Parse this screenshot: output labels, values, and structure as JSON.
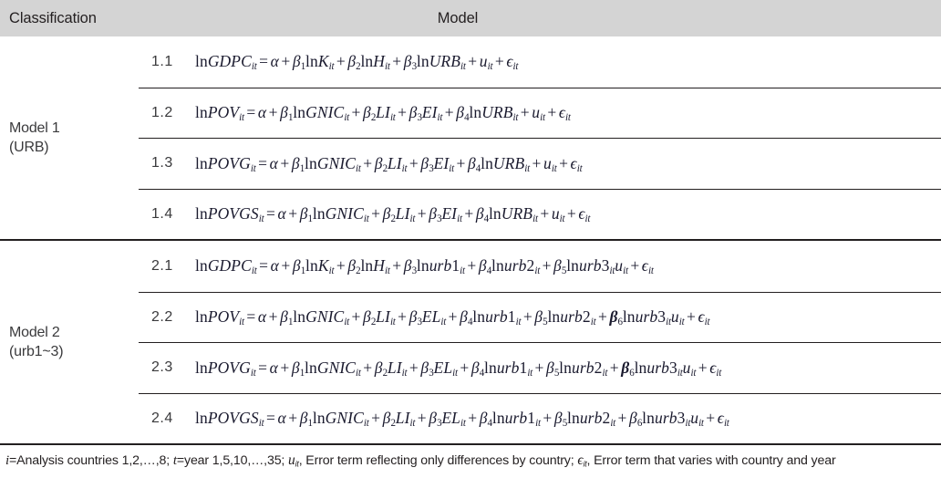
{
  "header": {
    "classification_label": "Classification",
    "model_label": "Model"
  },
  "sections": [
    {
      "label_line1": "Model 1",
      "label_line2": "(URB)",
      "rows": [
        {
          "number": "1.1",
          "equation_text": "lnGDPC_it = α + β1 lnK_it + β2 lnH_it + β3 lnURB_it + u_it + ϵ_it"
        },
        {
          "number": "1.2",
          "equation_text": "lnPOV_it = α + β1 lnGNIC_it + β2 LI_it + β3 EI_it + β4 lnURB_it + u_it + ϵ_it"
        },
        {
          "number": "1.3",
          "equation_text": "lnPOVG_it = α + β1 lnGNIC_it + β2 LI_it + β3 EI_it + β4 lnURB_it + u_it + ϵ_it"
        },
        {
          "number": "1.4",
          "equation_text": "lnPOVGS_it = α + β1 lnGNIC_it + β2 LI_it + β3 EI_it + β4 lnURB_it + u_it + ϵ_it"
        }
      ]
    },
    {
      "label_line1": "Model 2",
      "label_line2": "(urb1~3)",
      "rows": [
        {
          "number": "2.1",
          "equation_text": "lnGDPC_it = α + β1 lnK_it + β2 lnH_it + β3 lnurb1_it + β4 lnurb2_it + β5 lnurb3_it u_it + ϵ_it"
        },
        {
          "number": "2.2",
          "equation_text": "lnPOV_it = α + β1 lnGNIC_it + β2 LI_it + β3 EL_it + β4 lnurb1_it + β5 lnurb2_it + β6 lnurb3_it u_it + ϵ_it"
        },
        {
          "number": "2.3",
          "equation_text": "lnPOVG_it = α + β1 lnGNIC_it + β2 LI_it + β3 EL_it + β4 lnurb1_it + β5 lnurb2_it + β6 lnurb3_it u_it + ϵ_it"
        },
        {
          "number": "2.4",
          "equation_text": "lnPOVGS_it = α + β1 lnGNIC_it + β2 LI_it + β3 EL_it + β4 lnurb1_it + β5 lnurb2_it + β6 lnurb3_it u_it + ϵ_it"
        }
      ]
    }
  ],
  "footnote": {
    "text": "i=Analysis countries 1,2,…,8; t=year 1,5,10,…,35; u_it, Error term reflecting only differences by country; ϵ_it, Error term that varies with country and year",
    "part1": "=Analysis countries 1,2,…,8; ",
    "sym_i": "i",
    "sym_t": "t",
    "part2": "=year 1,5,10,…,35; ",
    "sym_u": "u",
    "part3": ", Error term reflecting only differences by country; ",
    "sym_eps": "ϵ",
    "part4": ", Error term that varies with country and year",
    "subscript": "it"
  },
  "colors": {
    "header_background": "#d4d4d4",
    "rule": "#231f20",
    "text": "#231f20",
    "label_text": "#3a3a3c",
    "equation_text": "#1a1a2e",
    "page_background": "#ffffff"
  }
}
